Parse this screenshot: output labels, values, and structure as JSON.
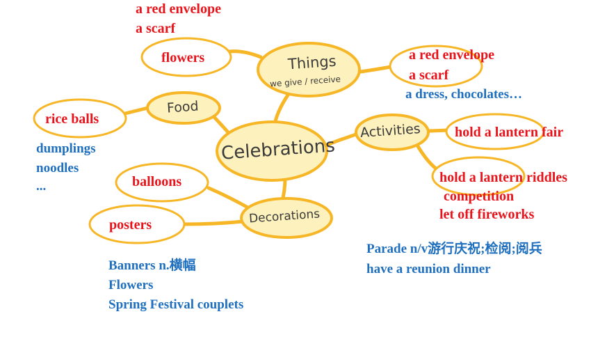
{
  "center": {
    "label": "Celebrations"
  },
  "nodes": {
    "things": {
      "label": "Things",
      "sublabel": "we give / receive"
    },
    "food": {
      "label": "Food"
    },
    "activities": {
      "label": "Activities"
    },
    "decorations": {
      "label": "Decorations"
    }
  },
  "leaves": {
    "flowers": "flowers",
    "rice_balls": "rice balls",
    "balloons": "balloons",
    "posters": "posters",
    "envelope_right": "a red envelope",
    "scarf_right": "a scarf",
    "lantern_fair": "hold a lantern fair",
    "lantern_riddles": "hold a lantern riddles",
    "competition": "competition",
    "fireworks": "let off fireworks"
  },
  "notes": {
    "top_left_1": "a red envelope",
    "top_left_2": "a scarf",
    "things_extra": "a dress, chocolates…",
    "food_extra_1": "dumplings",
    "food_extra_2": "noodles",
    "food_extra_3": "...",
    "decor_extra_1": "Banners  n.横幅",
    "decor_extra_2": "Flowers",
    "decor_extra_3": "Spring Festival couplets",
    "activity_extra_1": "Parade n/v游行庆祝;检阅;阅兵",
    "activity_extra_2": "have a reunion dinner"
  },
  "colors": {
    "ellipse_fill": "#fdf1bd",
    "ellipse_stroke": "#f6b625",
    "link": "#f6b625",
    "red_text": "#e8141b",
    "blue_text": "#1f6fbf"
  }
}
